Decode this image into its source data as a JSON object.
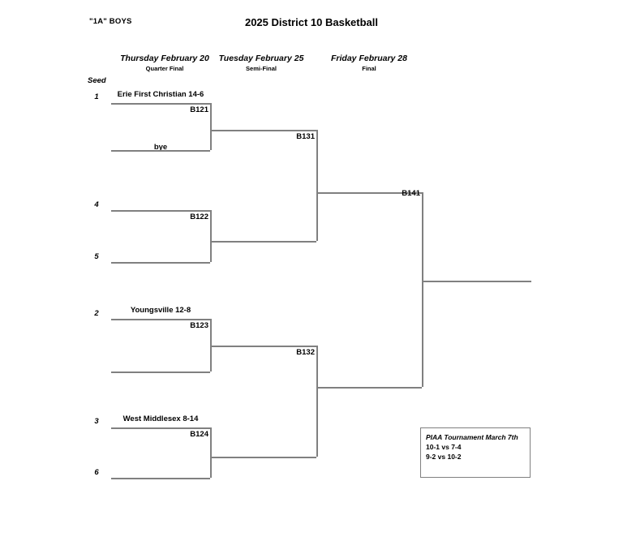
{
  "header": {
    "category": "\"1A\" BOYS",
    "title": "2025 District 10 Basketball",
    "seed_label": "Seed"
  },
  "rounds": [
    {
      "date": "Thursday February 20",
      "name": "Quarter Final"
    },
    {
      "date": "Tuesday February 25",
      "name": "Semi-Final"
    },
    {
      "date": "Friday February 28",
      "name": "Final"
    }
  ],
  "seeds": {
    "s1": "1",
    "s4": "4",
    "s5": "5",
    "s2": "2",
    "s3": "3",
    "s6": "6"
  },
  "quarterfinals": [
    {
      "code": "B121",
      "top_seed": "1",
      "top_team": "Erie First Christian 14-6",
      "bottom_seed": "",
      "bottom_team": "bye"
    },
    {
      "code": "B122",
      "top_seed": "4",
      "top_team": "",
      "bottom_seed": "5",
      "bottom_team": ""
    },
    {
      "code": "B123",
      "top_seed": "2",
      "top_team": "Youngsville 12-8",
      "bottom_seed": "",
      "bottom_team": ""
    },
    {
      "code": "B124",
      "top_seed": "3",
      "top_team": "West Middlesex 8-14",
      "bottom_seed": "6",
      "bottom_team": ""
    }
  ],
  "semifinals": [
    {
      "code": "B131"
    },
    {
      "code": "B132"
    }
  ],
  "final": {
    "code": "B141"
  },
  "piaa": {
    "title": "PIAA Tournament March 7th",
    "line1": "10-1 vs 7-4",
    "line2": "9-2 vs 10-2"
  },
  "colors": {
    "line": "#808080",
    "text": "#000000",
    "background": "#ffffff"
  }
}
